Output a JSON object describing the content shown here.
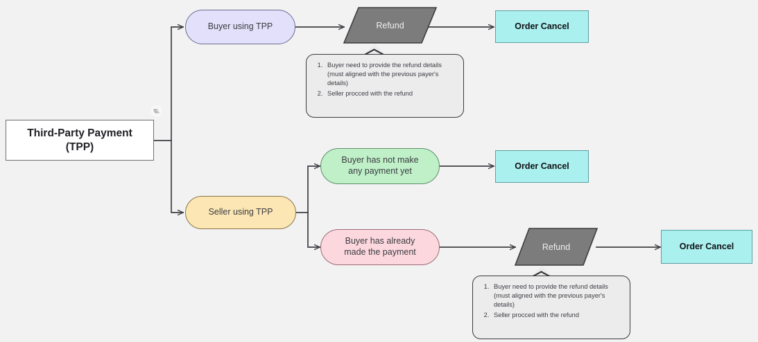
{
  "diagram": {
    "title": "Third-Party Payment (TPP) order cancellation flow",
    "background_color": "#f2f2f3",
    "nodes": {
      "start": {
        "label": "Third-Party Payment\n(TPP)",
        "shape": "rectangle",
        "fill": "#ffffff",
        "stroke": "#6f6f76"
      },
      "buyer_tpp": {
        "label": "Buyer using TPP",
        "shape": "stadium",
        "fill": "#e2e0fa",
        "stroke": "#6b6a8f"
      },
      "seller_tpp": {
        "label": "Seller using TPP",
        "shape": "stadium",
        "fill": "#fce6b4",
        "stroke": "#8a7547"
      },
      "no_payment": {
        "label": "Buyer has not make\nany payment yet",
        "shape": "stadium",
        "fill": "#bff0c8",
        "stroke": "#5d8f69"
      },
      "already_paid": {
        "label": "Buyer has already\nmade the payment",
        "shape": "stadium",
        "fill": "#fcd8de",
        "stroke": "#9b6a75"
      },
      "refund_top": {
        "label": "Refund",
        "shape": "parallelogram",
        "fill": "#7c7c7c",
        "stroke": "#3d3d3d"
      },
      "refund_bottom": {
        "label": "Refund",
        "shape": "parallelogram",
        "fill": "#7c7c7c",
        "stroke": "#3d3d3d"
      },
      "order_cancel_1": {
        "label": "Order Cancel",
        "shape": "rectangle",
        "fill": "#aaf0ee",
        "stroke": "#5f9ea0"
      },
      "order_cancel_2": {
        "label": "Order Cancel",
        "shape": "rectangle",
        "fill": "#aaf0ee",
        "stroke": "#5f9ea0"
      },
      "order_cancel_3": {
        "label": "Order Cancel",
        "shape": "rectangle",
        "fill": "#aaf0ee",
        "stroke": "#5f9ea0"
      }
    },
    "notes": {
      "refund_note_top": {
        "items": [
          "Buyer need to provide the refund details (must aligned with the previous payer's details)",
          "Seller procced with the refund"
        ],
        "fill": "#ececed",
        "stroke": "#3a3a3e"
      },
      "refund_note_bottom": {
        "items": [
          "Buyer need to provide the refund details (must aligned with the previous payer's details)",
          "Seller procced with the refund"
        ],
        "fill": "#ececed",
        "stroke": "#3a3a3e"
      }
    },
    "badge": {
      "icon": "waypoint-handle-icon",
      "glyph": "⩥"
    },
    "edge_color": "#3f3f45"
  }
}
